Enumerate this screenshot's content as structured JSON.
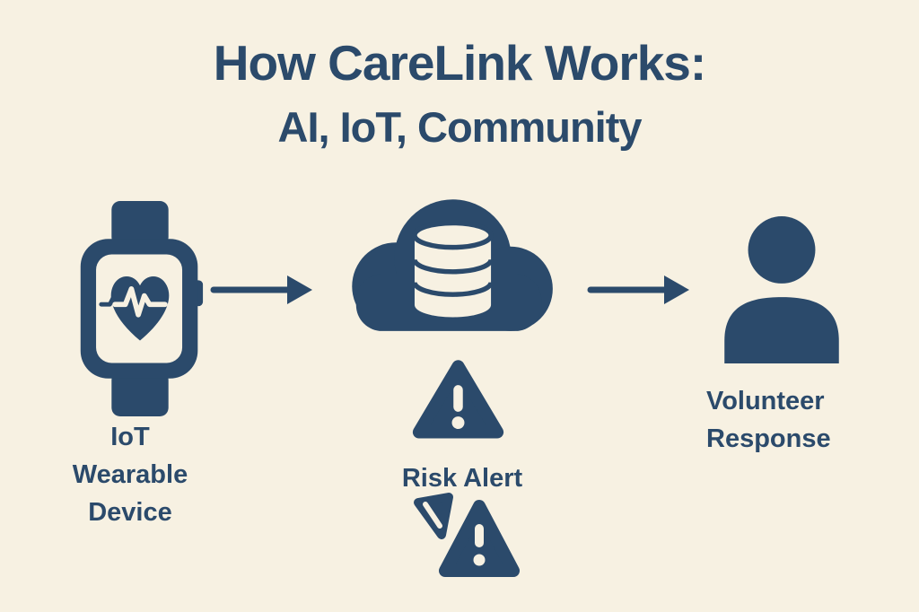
{
  "title": {
    "line1": "How CareLink Works:",
    "line2": "AI, IoT, Community"
  },
  "labels": {
    "wearable": {
      "line1": "IoT",
      "line2": "Wearable",
      "line3": "Device"
    },
    "risk": "Risk Alert",
    "volunteer": {
      "line1": "Volunteer",
      "line2": "Response"
    }
  },
  "colors": {
    "background": "#f7f1e2",
    "navy": "#2b4a6b",
    "cream": "#f7f1e2"
  },
  "icons": {
    "wearable": "smartwatch-heart-icon",
    "cloud": "cloud-database-icon",
    "warning_large": "warning-triangle-icon",
    "warning_small": "warning-triangle-small-icon",
    "person": "person-icon",
    "arrow_left": "right-arrow-icon",
    "arrow_right": "right-arrow-icon"
  }
}
